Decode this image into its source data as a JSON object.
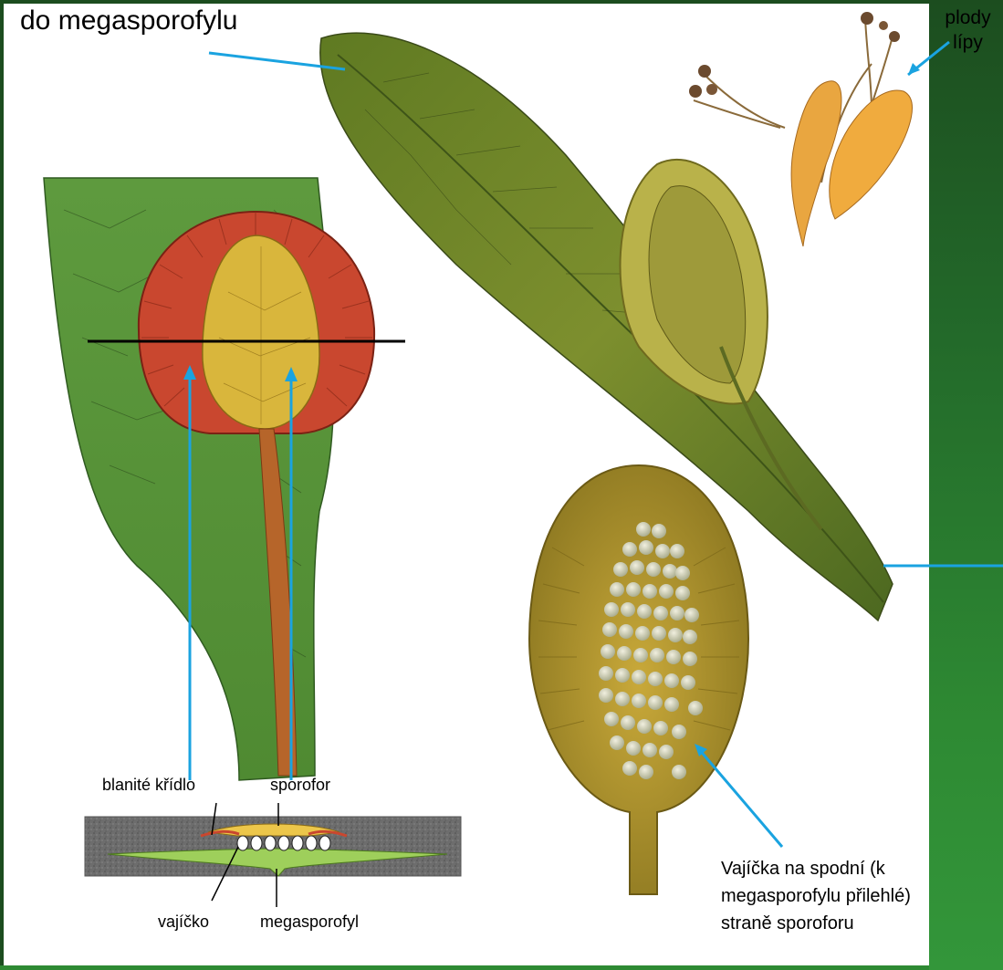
{
  "labels": {
    "title": "do megasporofylu",
    "corner_fruit": "plody\nlípy",
    "wing": "blanité křídlo",
    "sporophore": "sporofor",
    "ovule": "vajíčko",
    "megasporophyll": "megasporofyl",
    "ovules_note": "Vajíčka na spodní (k megasporofylu přilehlé) straně sporoforu"
  },
  "colors": {
    "arrow": "#1aa3e0",
    "leaf_green": "#6a8a2a",
    "wing_red": "#c9472f",
    "sporophore_yellow": "#d9b63c",
    "panel_green": "#2e8a33"
  }
}
